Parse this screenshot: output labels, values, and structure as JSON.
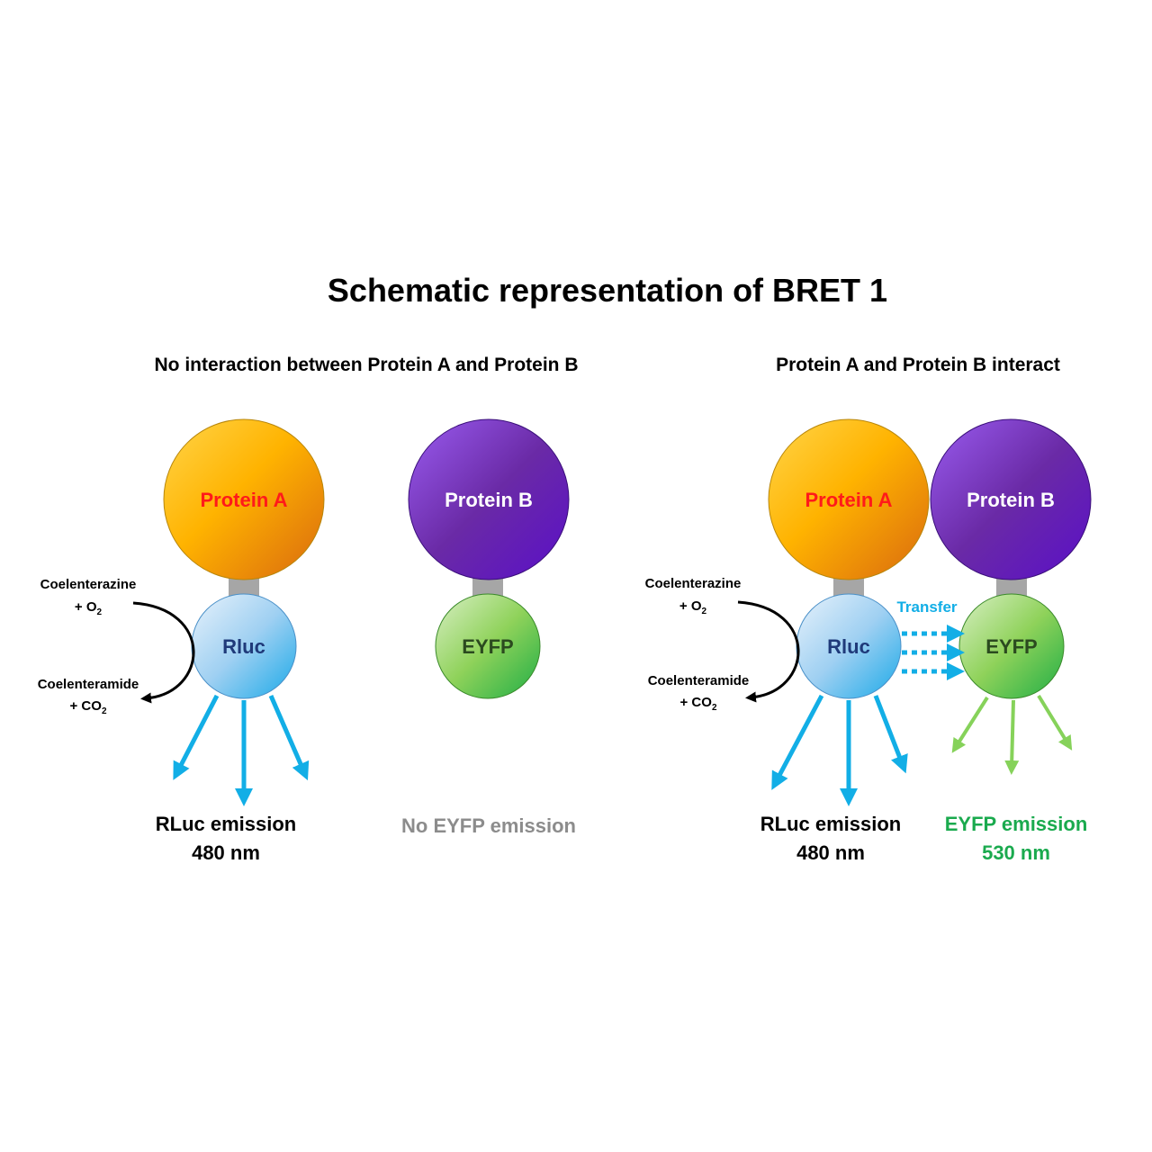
{
  "title": "Schematic representation of BRET 1",
  "colors": {
    "protein_a_text": "#ff1a1a",
    "protein_b_text": "#ffffff",
    "rluc_text": "#1f3a7a",
    "eyfp_text": "#2b4a1f",
    "blue_arrow": "#12aee6",
    "green_arrow": "#86d25a",
    "gray_text": "#8c8c8c",
    "green_text": "#1aaa4e",
    "transfer_text": "#12aee6",
    "linker": "#a6a6a6"
  },
  "left_panel": {
    "heading": "No interaction between Protein A and Protein B",
    "protein_a": "Protein A",
    "protein_b": "Protein B",
    "rluc": "Rluc",
    "eyfp": "EYFP",
    "substrate": {
      "name": "Coelenterazine",
      "cofactor_base": "+ O",
      "cofactor_sub": "2"
    },
    "product": {
      "name": "Coelenteramide",
      "cofactor_base": "+ CO",
      "cofactor_sub": "2"
    },
    "rluc_emission": {
      "line1": "RLuc emission",
      "line2": "480 nm"
    },
    "eyfp_emission": "No EYFP emission"
  },
  "right_panel": {
    "heading": "Protein A and Protein B interact",
    "protein_a": "Protein A",
    "protein_b": "Protein B",
    "rluc": "Rluc",
    "eyfp": "EYFP",
    "transfer": "Transfer",
    "substrate": {
      "name": "Coelenterazine",
      "cofactor_base": "+ O",
      "cofactor_sub": "2"
    },
    "product": {
      "name": "Coelenteramide",
      "cofactor_base": "+ CO",
      "cofactor_sub": "2"
    },
    "rluc_emission": {
      "line1": "RLuc emission",
      "line2": "480 nm"
    },
    "eyfp_emission": {
      "line1": "EYFP emission",
      "line2": "530 nm"
    }
  }
}
